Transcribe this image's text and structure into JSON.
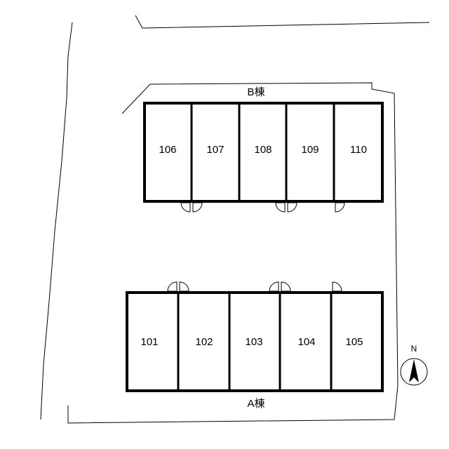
{
  "buildings": {
    "b": {
      "label": "B棟",
      "units": [
        "106",
        "107",
        "108",
        "109",
        "110"
      ]
    },
    "a": {
      "label": "A棟",
      "units": [
        "101",
        "102",
        "103",
        "104",
        "105"
      ]
    }
  },
  "compass": {
    "label": "N",
    "icon": "north-arrow-icon"
  }
}
